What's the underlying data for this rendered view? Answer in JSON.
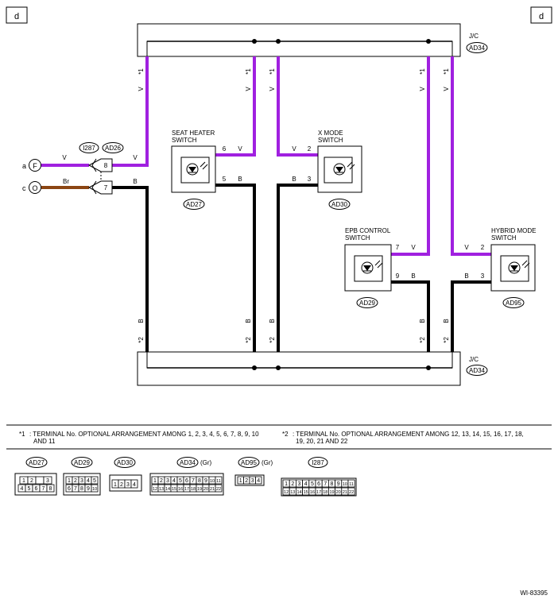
{
  "page_tag": "d",
  "jc_label": "J/C",
  "connectors": {
    "ad34": "AD34",
    "ad26": "AD26",
    "i287": "I287",
    "ad27": "AD27",
    "ad30": "AD30",
    "ad29": "AD29",
    "ad95": "AD95"
  },
  "switches": {
    "seat_heater": [
      "SEAT HEATER",
      "SWITCH"
    ],
    "x_mode": [
      "X MODE",
      "SWITCH"
    ],
    "epb": [
      "EPB CONTROL",
      "SWITCH"
    ],
    "hybrid": [
      "HYBRID MODE",
      "SWITCH"
    ]
  },
  "wire_colors": {
    "v": "V",
    "b": "B",
    "br": "Br"
  },
  "pins": {
    "seat_v": "6",
    "seat_b": "5",
    "xm_v": "2",
    "xm_b": "3",
    "epb_v": "7",
    "epb_b": "9",
    "hyb_v": "2",
    "hyb_b": "3",
    "ad26_v": "8",
    "ad26_b": "7"
  },
  "terminals": {
    "a": "a",
    "c": "c",
    "F": "F",
    "O": "O"
  },
  "markers": {
    "star1": "*1",
    "star2": "*2"
  },
  "notes": {
    "star1": "*1",
    "star1_text": [
      ": TERMINAL No. OPTIONAL ARRANGEMENT AMONG 1, 2, 3, 4, 5, 6, 7, 8, 9, 10",
      "AND 11"
    ],
    "star2": "*2",
    "star2_text": [
      ": TERMINAL No. OPTIONAL ARRANGEMENT AMONG 12, 13, 14, 15, 16, 17, 18,",
      "19, 20, 21 AND 22"
    ]
  },
  "gr": "(Gr)",
  "pin_numbers": {
    "ad27_top": [
      "1",
      "2",
      "",
      "3"
    ],
    "ad27_bot": [
      "4",
      "5",
      "6",
      "7",
      "8"
    ],
    "ad29_top": [
      "1",
      "2",
      "3",
      "4",
      "5"
    ],
    "ad29_bot": [
      "6",
      "7",
      "8",
      "9",
      "10"
    ],
    "ad30": [
      "1",
      "2",
      "3",
      "4"
    ],
    "ad34_top": [
      "1",
      "2",
      "3",
      "4",
      "5",
      "6",
      "7",
      "8",
      "9",
      "10",
      "11"
    ],
    "ad34_bot": [
      "12",
      "13",
      "14",
      "15",
      "16",
      "17",
      "18",
      "19",
      "20",
      "21",
      "22"
    ],
    "ad95": [
      "1",
      "2",
      "3",
      "4"
    ],
    "i287_top": [
      "1",
      "2",
      "3",
      "4",
      "5",
      "6",
      "7",
      "8",
      "9",
      "10",
      "11"
    ],
    "i287_bot": [
      "12",
      "13",
      "14",
      "15",
      "16",
      "17",
      "18",
      "19",
      "20",
      "21",
      "22"
    ]
  },
  "doc_id": "WI-83395",
  "colors": {
    "violet": "#a020e0",
    "brown": "#8b4513",
    "black": "#000000"
  }
}
